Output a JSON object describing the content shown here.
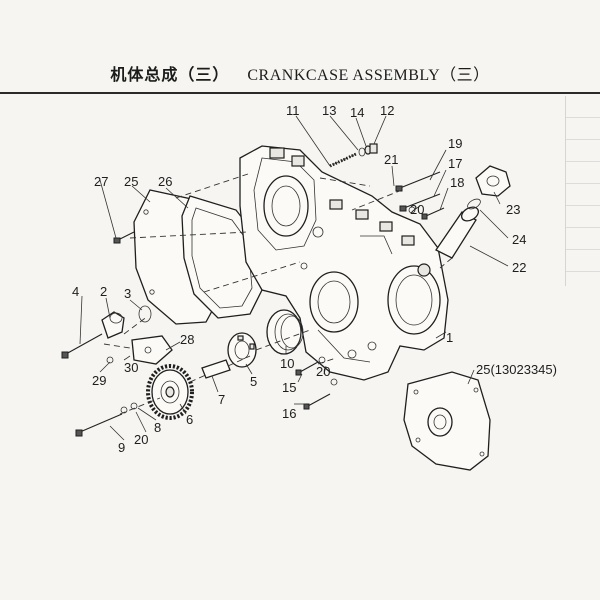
{
  "header": {
    "title_cn": "机体总成（三）",
    "title_en": "CRANKCASE ASSEMBLY（三）"
  },
  "callouts": {
    "c1": "1",
    "c2": "2",
    "c3": "3",
    "c4": "4",
    "c5": "5",
    "c6": "6",
    "c7": "7",
    "c8": "8",
    "c9": "9",
    "c10": "10",
    "c11": "11",
    "c12": "12",
    "c13": "13",
    "c14": "14",
    "c15": "15",
    "c16": "16",
    "c17": "17",
    "c18": "18",
    "c19": "19",
    "c20a": "20",
    "c20b": "20",
    "c20c": "20",
    "c21": "21",
    "c22": "22",
    "c23": "23",
    "c24": "24",
    "c25": "25",
    "c25b": "25(13023345)",
    "c26": "26",
    "c27": "27",
    "c28": "28",
    "c29": "29",
    "c30": "30"
  }
}
